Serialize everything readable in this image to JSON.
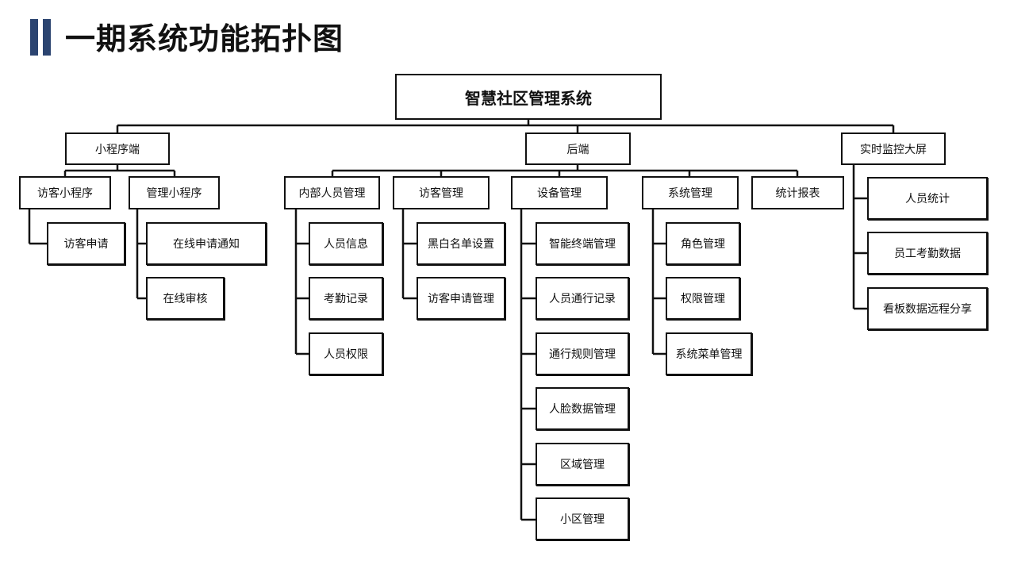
{
  "title": "一期系统功能拓扑图",
  "colors": {
    "accent": "#2b4470",
    "line": "#111111"
  },
  "tree": {
    "root": "智慧社区管理系统",
    "branches": {
      "mini": {
        "label": "小程序端",
        "visitor": {
          "label": "访客小程序",
          "items": [
            "访客申请"
          ]
        },
        "manage": {
          "label": "管理小程序",
          "items": [
            "在线申请通知",
            "在线审核"
          ]
        }
      },
      "backend": {
        "label": "后端",
        "staff": {
          "label": "内部人员管理",
          "items": [
            "人员信息",
            "考勤记录",
            "人员权限"
          ]
        },
        "visitor": {
          "label": "访客管理",
          "items": [
            "黑白名单设置",
            "访客申请管理"
          ]
        },
        "device": {
          "label": "设备管理",
          "items": [
            "智能终端管理",
            "人员通行记录",
            "通行规则管理",
            "人脸数据管理",
            "区域管理",
            "小区管理"
          ]
        },
        "system": {
          "label": "系统管理",
          "items": [
            "角色管理",
            "权限管理",
            "系统菜单管理"
          ]
        },
        "stats": {
          "label": "统计报表"
        }
      },
      "screen": {
        "label": "实时监控大屏",
        "items": [
          "人员统计",
          "员工考勤数据",
          "看板数据远程分享"
        ]
      }
    }
  }
}
